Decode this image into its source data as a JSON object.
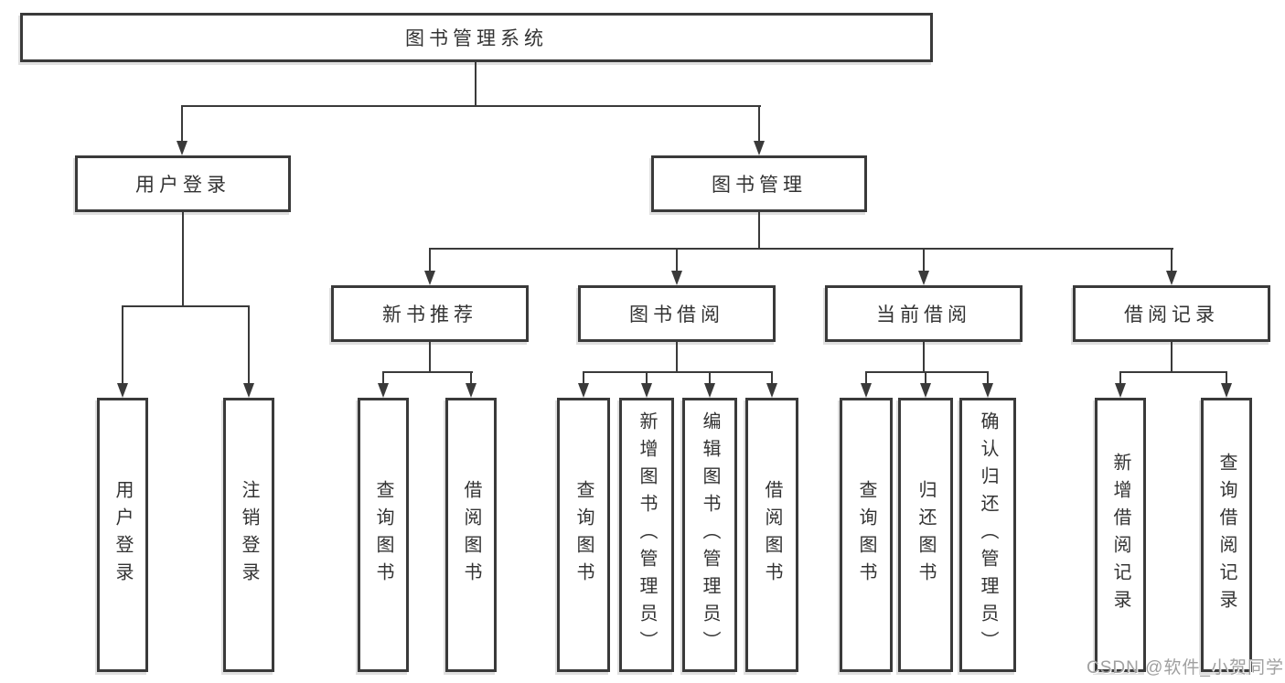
{
  "colors": {
    "line": "#3a3a3a",
    "text": "#333333",
    "box_background": "#ffffff",
    "page_background": "#ffffff",
    "watermark_text": "#a0a0a0"
  },
  "tree": {
    "root": {
      "label": "图书管理系统",
      "children": [
        {
          "label": "用户登录",
          "children": [
            {
              "label": "用户登录"
            },
            {
              "label": "注销登录"
            }
          ]
        },
        {
          "label": "图书管理",
          "children": [
            {
              "label": "新书推荐",
              "children": [
                {
                  "label": "查询图书"
                },
                {
                  "label": "借阅图书"
                }
              ]
            },
            {
              "label": "图书借阅",
              "children": [
                {
                  "label": "查询图书"
                },
                {
                  "label": "新增图书（管理员）"
                },
                {
                  "label": "编辑图书（管理员）"
                },
                {
                  "label": "借阅图书"
                }
              ]
            },
            {
              "label": "当前借阅",
              "children": [
                {
                  "label": "查询图书"
                },
                {
                  "label": "归还图书"
                },
                {
                  "label": "确认归还（管理员）"
                }
              ]
            },
            {
              "label": "借阅记录",
              "children": [
                {
                  "label": "新增借阅记录"
                },
                {
                  "label": "查询借阅记录"
                }
              ]
            }
          ]
        }
      ]
    }
  },
  "watermark": {
    "text": "CSDN @软件_小贺同学"
  }
}
